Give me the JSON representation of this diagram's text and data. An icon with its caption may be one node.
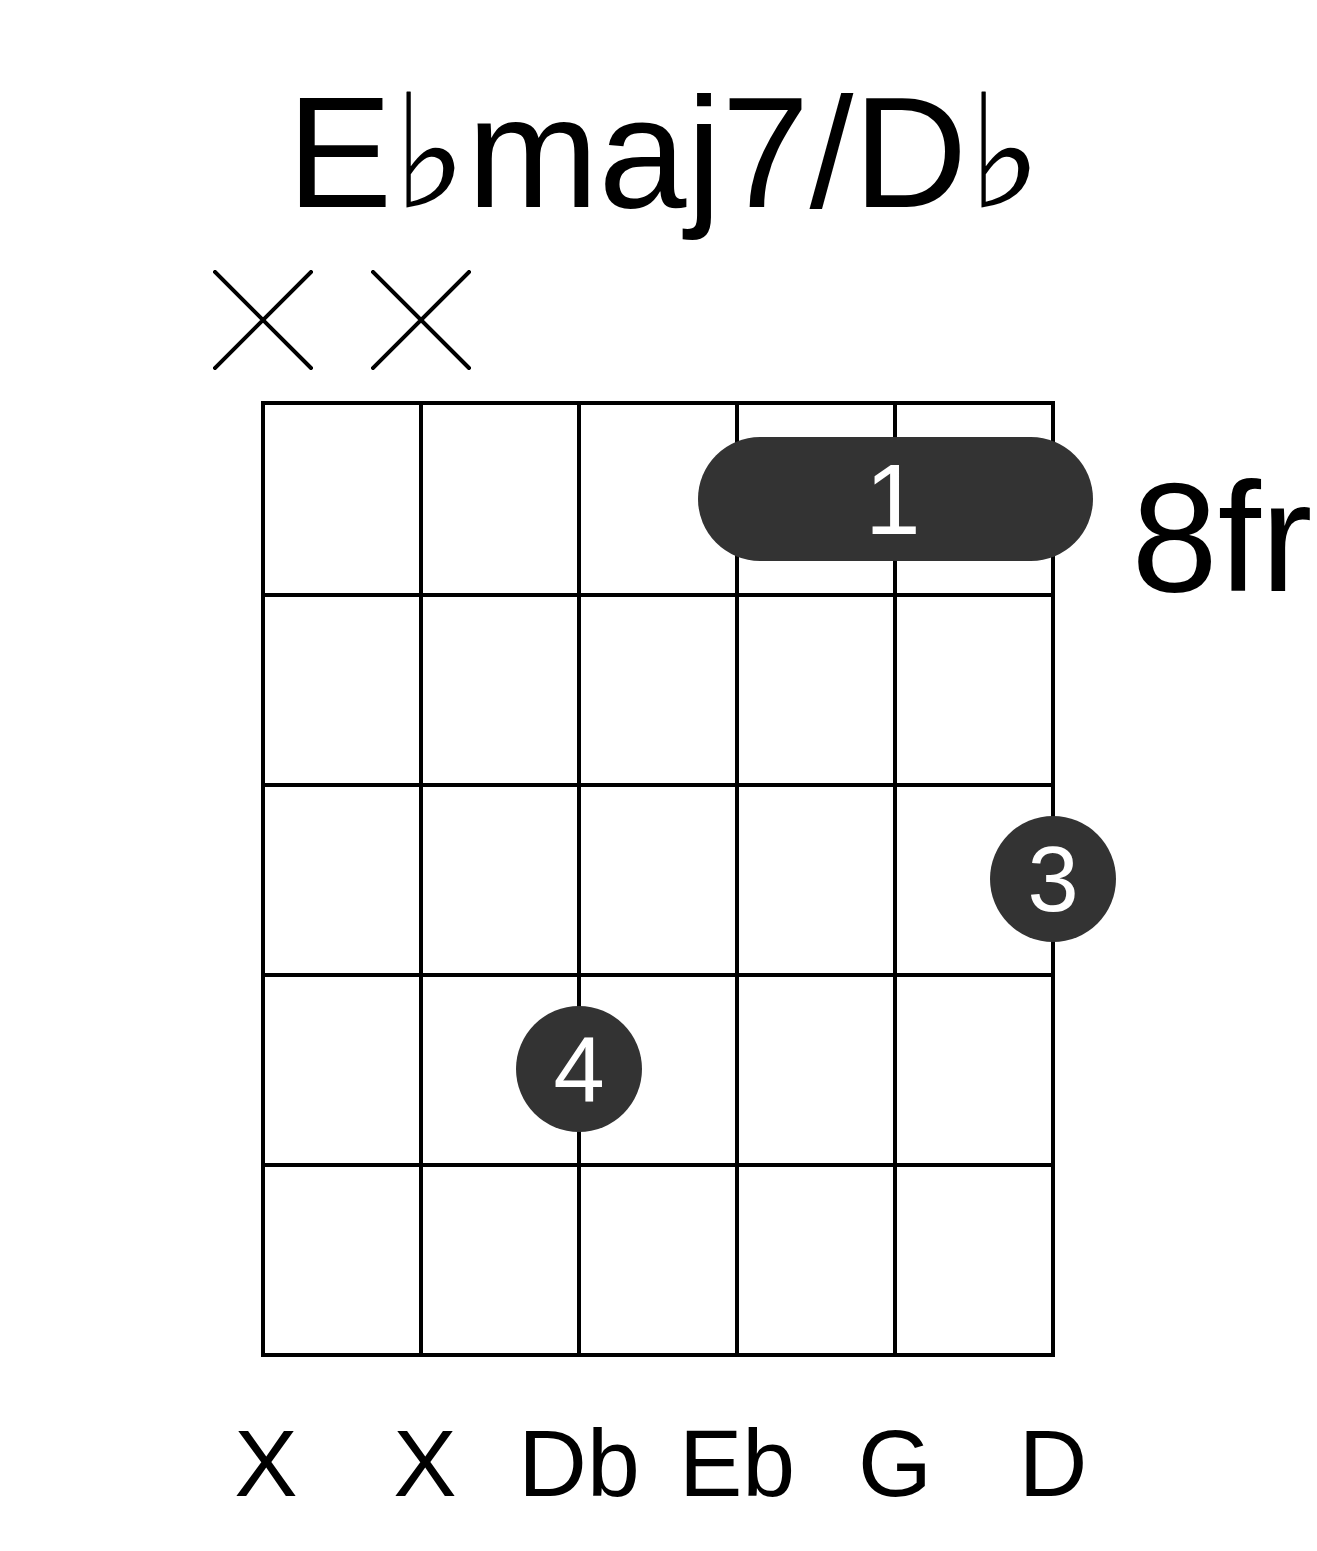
{
  "diagram": {
    "title": "E♭maj7/D♭",
    "nodes": [
      {
        "text": [
          "1"
        ]
      },
      {
        "text": [
          "3"
        ]
      },
      {
        "text": [
          "4"
        ]
      }
    ],
    "labels": [
      "8fr",
      "X",
      "X",
      "Db",
      "Eb",
      "G",
      "D"
    ]
  }
}
